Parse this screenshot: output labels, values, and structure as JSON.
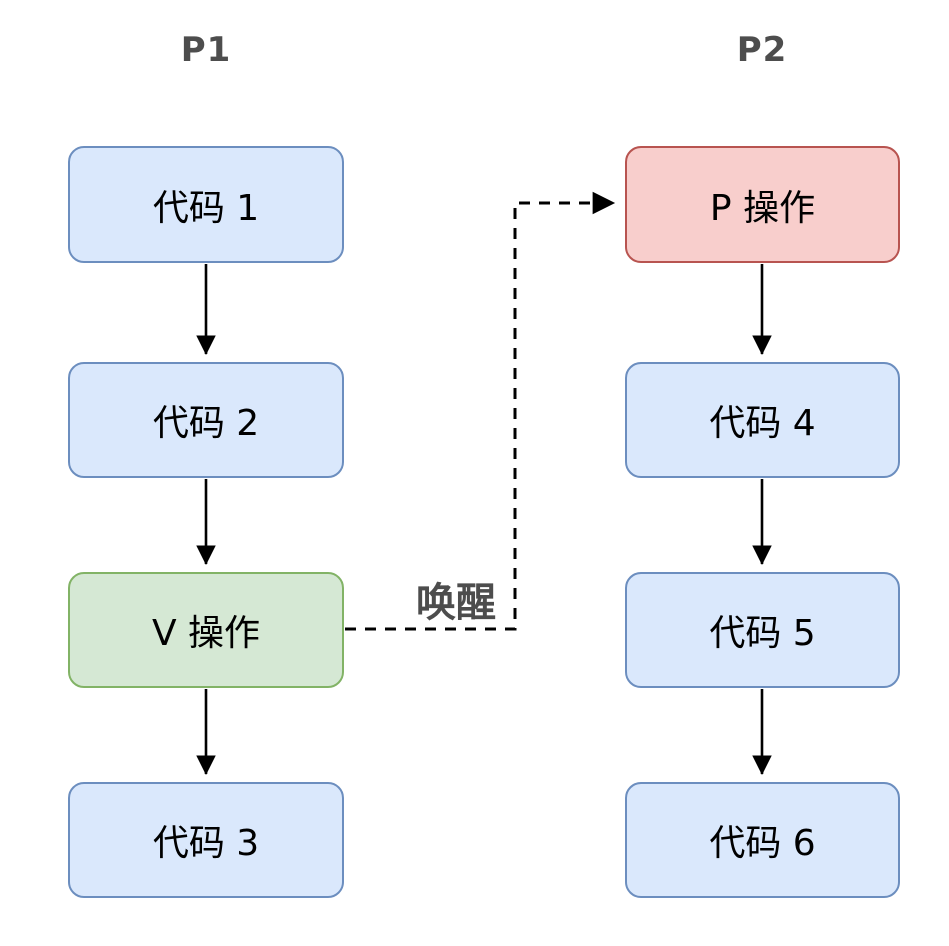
{
  "diagram": {
    "title_implied": "semaphore V/P wake-up between two processes",
    "columns": [
      {
        "id": "p1",
        "header": "P1"
      },
      {
        "id": "p2",
        "header": "P2"
      }
    ],
    "nodes": [
      {
        "id": "code1",
        "label": "代码 1",
        "style": "blue",
        "column": "p1"
      },
      {
        "id": "code2",
        "label": "代码 2",
        "style": "blue",
        "column": "p1"
      },
      {
        "id": "v-op",
        "label": "V 操作",
        "style": "green",
        "column": "p1"
      },
      {
        "id": "code3",
        "label": "代码 3",
        "style": "blue",
        "column": "p1"
      },
      {
        "id": "p-op",
        "label": "P 操作",
        "style": "red",
        "column": "p2"
      },
      {
        "id": "code4",
        "label": "代码 4",
        "style": "blue",
        "column": "p2"
      },
      {
        "id": "code5",
        "label": "代码 5",
        "style": "blue",
        "column": "p2"
      },
      {
        "id": "code6",
        "label": "代码 6",
        "style": "blue",
        "column": "p2"
      }
    ],
    "edges": [
      {
        "from": "code1",
        "to": "code2",
        "style": "solid"
      },
      {
        "from": "code2",
        "to": "v-op",
        "style": "solid"
      },
      {
        "from": "v-op",
        "to": "code3",
        "style": "solid"
      },
      {
        "from": "p-op",
        "to": "code4",
        "style": "solid"
      },
      {
        "from": "code4",
        "to": "code5",
        "style": "solid"
      },
      {
        "from": "code5",
        "to": "code6",
        "style": "solid"
      },
      {
        "from": "v-op",
        "to": "p-op",
        "style": "dashed",
        "label": "唤醒"
      }
    ],
    "wake_edge_label": "唤醒",
    "colors": {
      "background": "#ffffff",
      "blue_fill": "#dae8fc",
      "blue_border": "#6c8ebf",
      "green_fill": "#d5e8d4",
      "green_border": "#82b366",
      "red_fill": "#f8cecc",
      "red_border": "#b85450",
      "arrow": "#000000",
      "header_text": "#4d4d4d"
    }
  }
}
